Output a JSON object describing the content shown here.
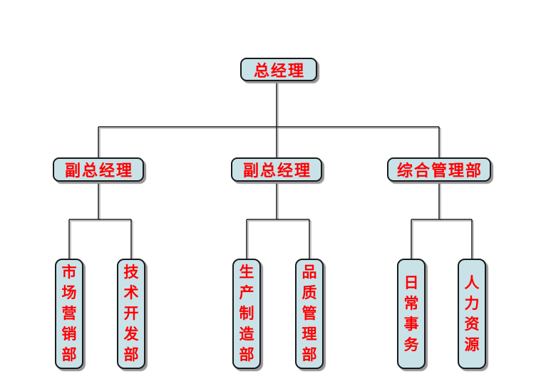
{
  "diagram": {
    "type": "org-chart",
    "background": "#ffffff",
    "colors": {
      "box_fill": "#c9e2e8",
      "box_border": "#1a1a1a",
      "label_color": "#ff0000",
      "box_shadow": "#969696",
      "line_color": "#1c1c1c",
      "line_shadow": "#b5b5b5"
    },
    "nodes": {
      "root": {
        "id": "general-manager",
        "label": "总经理"
      },
      "level2": [
        {
          "id": "deputy-general-manager-1",
          "label": "副总经理",
          "parent": "general-manager"
        },
        {
          "id": "deputy-general-manager-2",
          "label": "副总经理",
          "parent": "general-manager"
        },
        {
          "id": "general-admin-dept",
          "label": "综合管理部",
          "parent": "general-manager"
        }
      ],
      "level3": [
        {
          "id": "marketing-dept",
          "label": "市场营销部",
          "parent": "deputy-general-manager-1"
        },
        {
          "id": "tech-development-dept",
          "label": "技术开发部",
          "parent": "deputy-general-manager-1"
        },
        {
          "id": "production-manufacturing-dept",
          "label": "生产制造部",
          "parent": "deputy-general-manager-2"
        },
        {
          "id": "quality-management-dept",
          "label": "品质管理部",
          "parent": "deputy-general-manager-2"
        },
        {
          "id": "daily-affairs",
          "label": "日常事务",
          "parent": "general-admin-dept"
        },
        {
          "id": "human-resources",
          "label": "人力资源",
          "parent": "general-admin-dept"
        }
      ]
    }
  }
}
